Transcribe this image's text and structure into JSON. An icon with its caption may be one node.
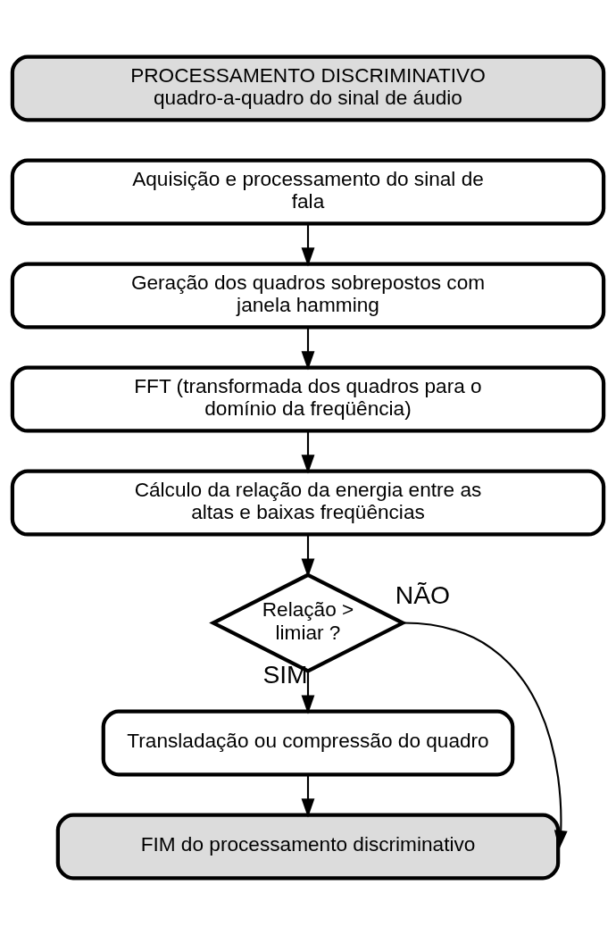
{
  "diagram": {
    "nodes": [
      {
        "text": [
          "PROCESSAMENTO DISCRIMINATIVO",
          "quadro-a-quadro do sinal de áudio"
        ]
      },
      {
        "text": [
          "Aquisição e processamento do sinal de fala"
        ]
      },
      {
        "text": [
          "Geração dos quadros sobrepostos com janela hamming"
        ]
      },
      {
        "text": [
          "FFT (transformada dos quadros para o domínio da freqüência)"
        ]
      },
      {
        "text": [
          "Cálculo da relação da energia entre as altas e baixas freqüências"
        ]
      },
      {
        "text": [
          "Relação > limiar ?"
        ]
      },
      {
        "text": [
          "Transladação ou compressão do quadro"
        ]
      },
      {
        "text": [
          "FIM do processamento discriminativo"
        ]
      }
    ],
    "edges": [
      {
        "from": 1,
        "to": 2,
        "arrow": "to"
      },
      {
        "from": 2,
        "to": 3,
        "arrow": "to"
      },
      {
        "from": 3,
        "to": 4,
        "arrow": "to"
      },
      {
        "from": 4,
        "to": 5,
        "arrow": "to"
      },
      {
        "from": 5,
        "to": 6,
        "label": "SIM",
        "arrow": "to"
      },
      {
        "from": 6,
        "to": 7,
        "arrow": "to"
      },
      {
        "from": 5,
        "to": 7,
        "label": "NÃO",
        "arrow": "to"
      }
    ]
  }
}
